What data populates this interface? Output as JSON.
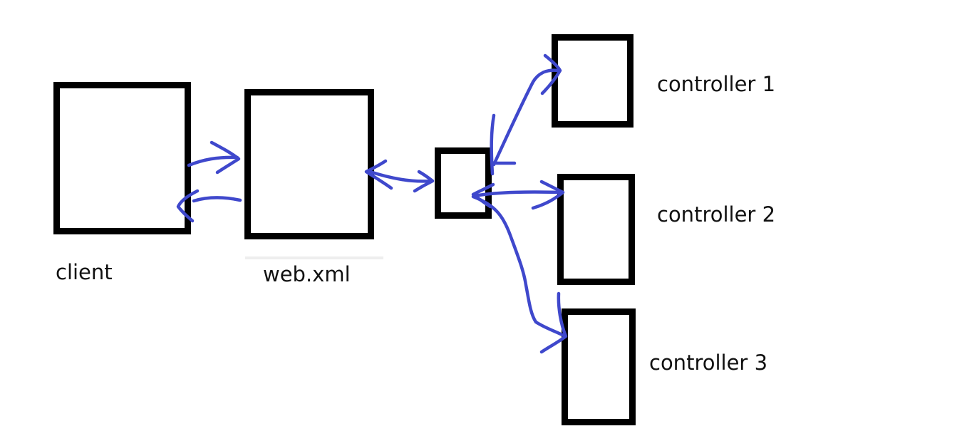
{
  "diagram": {
    "nodes": [
      {
        "id": "client",
        "label": "client"
      },
      {
        "id": "web-xml",
        "label": "web.xml"
      },
      {
        "id": "dispatcher",
        "label": ""
      },
      {
        "id": "controller-1",
        "label": "controller 1"
      },
      {
        "id": "controller-2",
        "label": "controller 2"
      },
      {
        "id": "controller-3",
        "label": "controller 3"
      }
    ],
    "edges": [
      {
        "from": "client",
        "to": "web-xml",
        "direction": "forward"
      },
      {
        "from": "web-xml",
        "to": "client",
        "direction": "forward"
      },
      {
        "from": "web-xml",
        "to": "dispatcher",
        "direction": "both"
      },
      {
        "from": "dispatcher",
        "to": "controller-1",
        "direction": "both"
      },
      {
        "from": "dispatcher",
        "to": "controller-2",
        "direction": "both"
      },
      {
        "from": "dispatcher",
        "to": "controller-3",
        "direction": "forward"
      }
    ],
    "colors": {
      "box_border": "#000000",
      "arrow": "#3f48cc",
      "text": "#111111",
      "background": "#ffffff"
    }
  }
}
